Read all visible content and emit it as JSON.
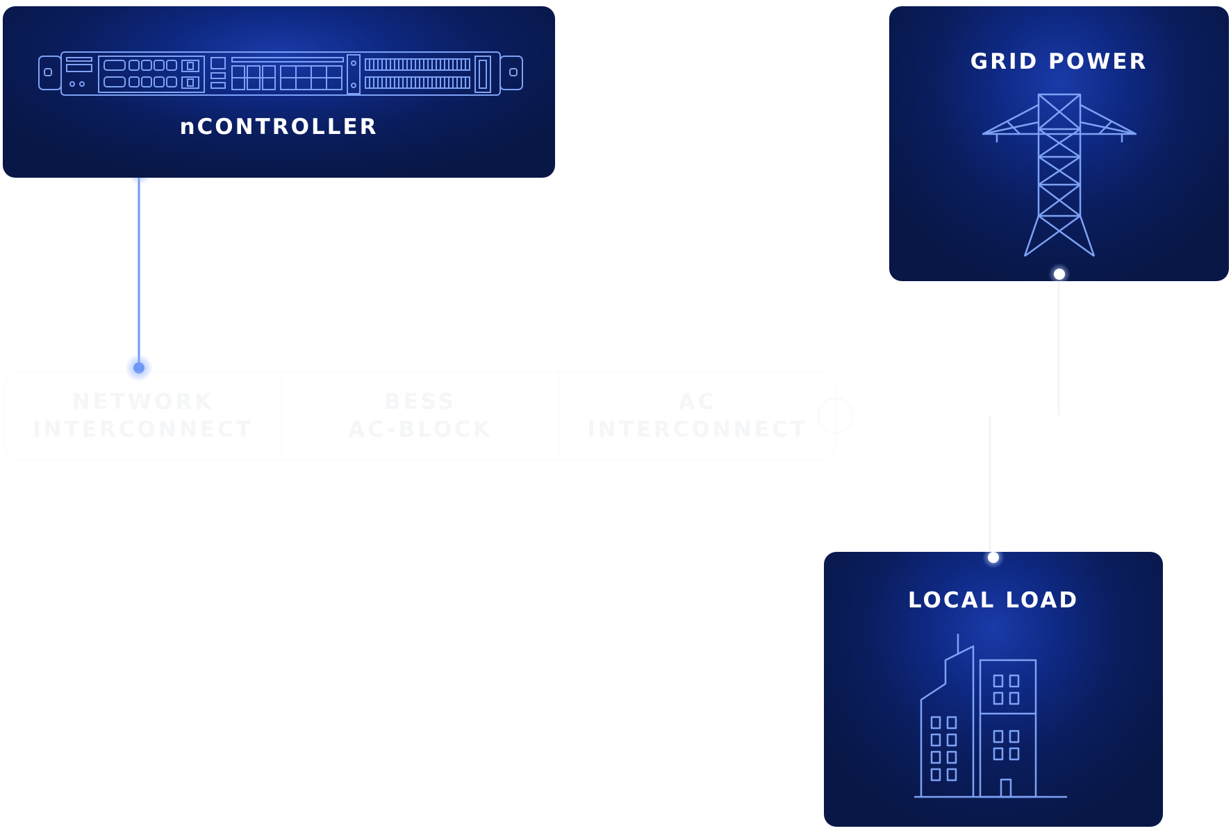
{
  "diagram": {
    "nodes": {
      "ncontroller": {
        "label": "nCONTROLLER"
      },
      "grid_power": {
        "label": "GRID POWER"
      },
      "local_load": {
        "label": "LOCAL LOAD"
      }
    },
    "faded_bar": {
      "segments": [
        {
          "line1": "NETWORK",
          "line2": "INTERCONNECT"
        },
        {
          "line1": "BESS",
          "line2": "AC-BLOCK"
        },
        {
          "line1": "AC",
          "line2": "INTERCONNECT"
        }
      ]
    },
    "colors": {
      "card_bg": "#0a1d5e",
      "line_art": "#7ea2f5",
      "connector": "#6f97f4",
      "text": "#ffffff"
    },
    "icons": [
      "server-rack-icon",
      "transmission-tower-icon",
      "building-icon"
    ]
  }
}
